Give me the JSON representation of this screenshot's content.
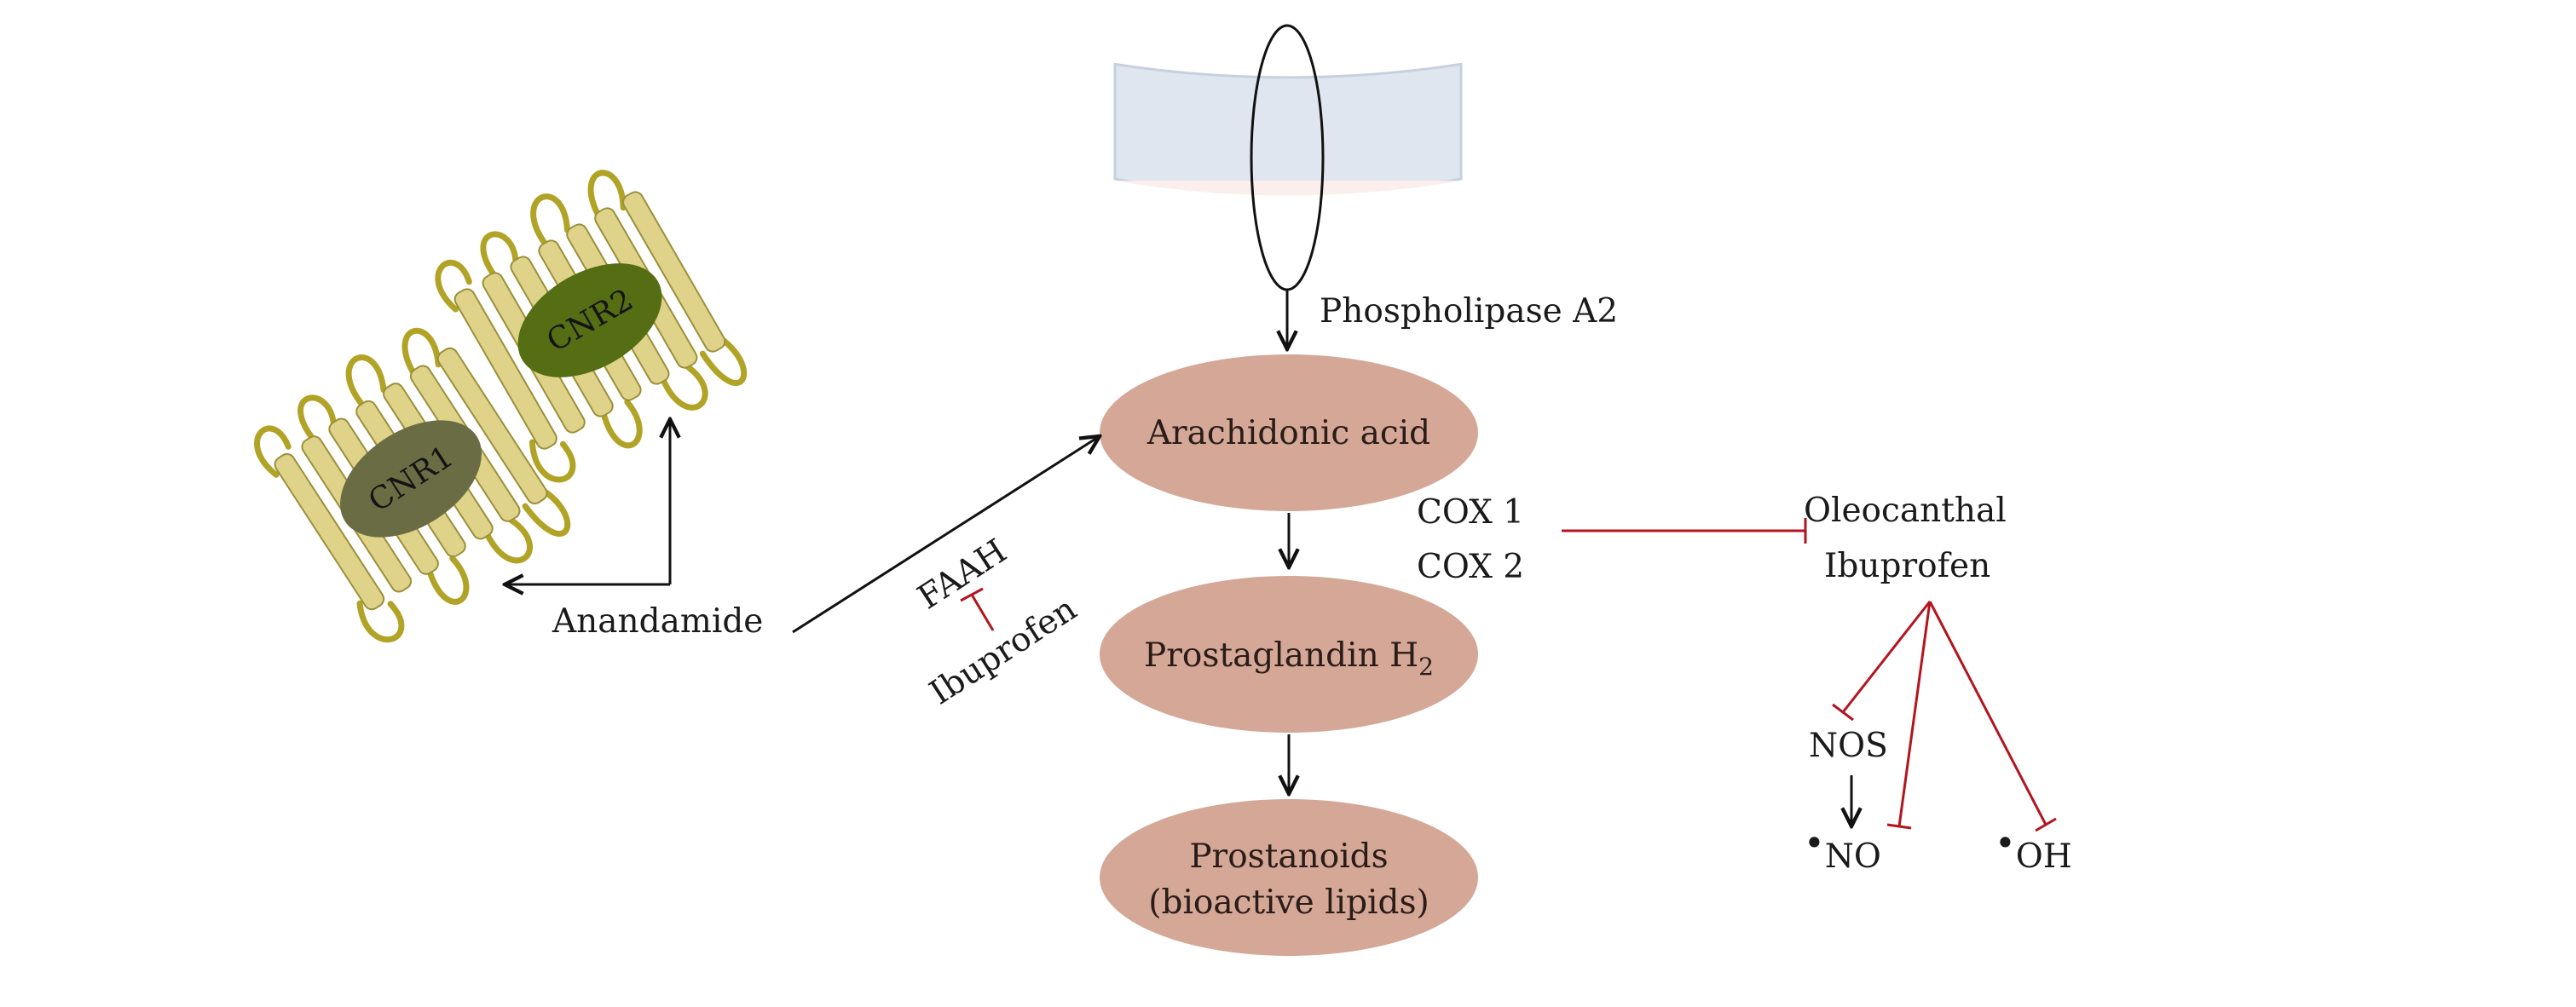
{
  "colors": {
    "cytoplasm": "#fbeeec",
    "membrane": "#dfe6ef",
    "head_fill": "#fbf1b6",
    "head_stroke": "#a08c47",
    "node_fill": "#d4a797",
    "activation": "#111111",
    "inhibition": "#b3141e",
    "receptor_helix": "#dfd38a",
    "receptor_loop": "#b1a326",
    "cnr1": "#6a6d44",
    "cnr2": "#566e13"
  },
  "labels": {
    "phospholipase": "Phospholipase A2",
    "arachidonic": "Arachidonic acid",
    "prostaglandin": "Prostaglandin H",
    "prostaglandin_sub": "2",
    "prostanoids_l1": "Prostanoids",
    "prostanoids_l2": "(bioactive lipids)",
    "cox1": "COX 1",
    "cox2": "COX 2",
    "oleocanthal": "Oleocanthal",
    "ibuprofen_right": "Ibuprofen",
    "nos": "NOS",
    "no": "NO",
    "oh": "OH",
    "radical_dot": "•",
    "anandamide": "Anandamide",
    "faah": "FAAH",
    "ibuprofen_left": "Ibuprofen",
    "cnr1": "CNR1",
    "cnr2": "CNR2"
  }
}
